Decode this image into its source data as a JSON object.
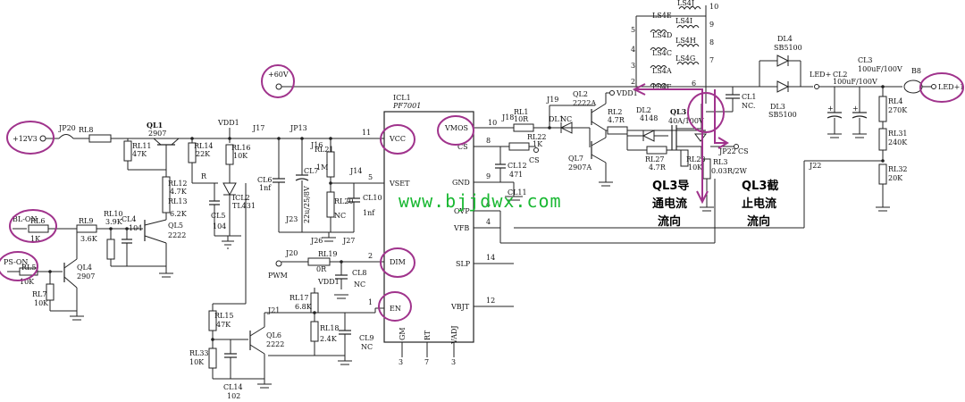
{
  "ic": {
    "ref": "ICL1",
    "part": "PF7001",
    "pins_left": [
      "VCC",
      "VSET",
      "DIM",
      "EN"
    ],
    "pins_right": [
      "VMOS",
      "CS",
      "GND",
      "OVP",
      "VFB",
      "SLP",
      "VBJT"
    ],
    "pins_bottom": [
      "GM",
      "RT",
      "VADJ"
    ],
    "pin_numbers": {
      "vcc": "11",
      "vset": "5",
      "dim": "2",
      "en": "1",
      "vmos": "10",
      "cs": "8",
      "gnd": "9",
      "ovp": "4",
      "vfb": "4",
      "slp": "14",
      "vbjt": "12",
      "gm": "3",
      "rt": "7",
      "vadj": "3"
    }
  },
  "inputs": {
    "v12": "+12V3",
    "v60": "+60V",
    "bl_on": "BL-ON",
    "ps_on": "PS-ON",
    "pwm": "PWM",
    "vdd1": "VDD1",
    "vdd1_b": "VDD1",
    "vdd1_c": "VDD1"
  },
  "components": {
    "jp20": "JP20",
    "rl8": "RL8",
    "ql1": "QL1",
    "ql1_v": "2907",
    "rl11": "RL11",
    "rl11_v": "47K",
    "rl12": "RL12",
    "rl12_v": "4.7K",
    "rl13": "RL13",
    "rl13_v": "6.2K",
    "rl14": "RL14",
    "rl14_v": "22K",
    "rl16": "RL16",
    "rl16_v": "10K",
    "r": "R",
    "icl2": "ICL2",
    "icl2_v": "TL431",
    "cl5": "CL5",
    "cl5_v": "104",
    "j17": "J17",
    "cl6": "CL6",
    "cl6_v": "1nf",
    "jp13": "JP13",
    "j16": "J16",
    "cl7": "CL7",
    "cl7_v": "22u/25/8V",
    "rl21": "RL21",
    "rl21_v": "1M",
    "j14": "J14",
    "rl20": "RL20",
    "rl20_v": "NC",
    "cl10": "CL10",
    "cl10_v": "1nf",
    "j23": "J23",
    "j26": "J26",
    "j27": "J27",
    "rl6": "RL6",
    "rl6_v": "1K",
    "rl9": "RL9",
    "rl9_v": "3.6K",
    "rl10": "RL10",
    "rl10_v": "3.9K",
    "cl4": "CL4",
    "cl4_v": "104",
    "ql5": "QL5",
    "ql5_v": "2222",
    "rl5": "RL5",
    "rl5_v": "10K",
    "ql4": "QL4",
    "ql4_v": "2907",
    "rl7": "RL7",
    "rl7_v": "10K",
    "j20": "J20",
    "rl19": "RL19",
    "rl19_v": "0R",
    "cl8": "CL8",
    "cl8_v": "NC",
    "rl17": "RL17",
    "rl17_v": "6.8K",
    "rl18": "RL18",
    "rl18_v": "2.4K",
    "cl9": "CL9",
    "cl9_v": "NC",
    "rl15": "RL15",
    "rl15_v": "47K",
    "rl33": "RL33",
    "rl33_v": "10K",
    "j21": "J21",
    "ql6": "QL6",
    "ql6_v": "2222",
    "cl14": "CL14",
    "cl14_v": "102",
    "j18": "J18",
    "rl1": "RL1",
    "rl1_v": "10R",
    "rl22": "RL22",
    "rl22_v": "1K",
    "cs": "CS",
    "cs2": "CS",
    "cl12": "CL12",
    "cl12_v": "471",
    "cl11": "CL11",
    "j19": "J19",
    "ql2": "QL2",
    "ql2_v": "2222A",
    "dl1": "DL1",
    "dl1_v": "NC",
    "rl2": "RL2",
    "rl2_v": "4.7R",
    "ql7": "QL7",
    "ql7_v": "2907A",
    "dl2": "DL2",
    "dl2_v": "4148",
    "rl27": "RL27",
    "rl27_v": "4.7R",
    "ql3": "QL3",
    "ql3_v": "40A/100V",
    "rl28": "RL28",
    "rl28_v": "10K",
    "rl3": "RL3",
    "rl3_v": "0.03R/2W",
    "jp22": "JP22",
    "cl1": "CL1",
    "cl1_v": "NC.",
    "j22": "J22",
    "dl4": "DL4",
    "dl4_v": "SB5100",
    "dl3": "DL3",
    "dl3_v": "SB5100",
    "led_plus": "LED+",
    "cl2": "CL2",
    "cl2_v": "100uF/100V",
    "cl3": "CL3",
    "cl3_v": "100uF/100V",
    "b8": "B8",
    "led1": "LED+1",
    "rl4": "RL4",
    "rl4_v": "270K",
    "rl31": "RL31",
    "rl31_v": "240K",
    "rl32": "RL32",
    "rl32_v": "20K",
    "coils": [
      "LS4J",
      "LS4I",
      "LS4H",
      "LS4G",
      "LS4E",
      "LS4D",
      "LS4C",
      "LS4A",
      "LS4F"
    ],
    "coil_pins_left": [
      "5",
      "4",
      "3",
      "2",
      "1"
    ],
    "coil_pins_right": [
      "10",
      "9",
      "8",
      "7",
      "6"
    ]
  },
  "annotations": {
    "ql3_on_l1": "QL3导",
    "ql3_on_l2": "通电流",
    "ql3_on_l3": "流向",
    "ql3_off_l1": "QL3截",
    "ql3_off_l2": "止电流",
    "ql3_off_l3": "流向"
  },
  "watermark": "www.bjjdwx.com",
  "colors": {
    "highlight": "#a0338c",
    "watermark": "#19b832",
    "wire": "#222222"
  }
}
